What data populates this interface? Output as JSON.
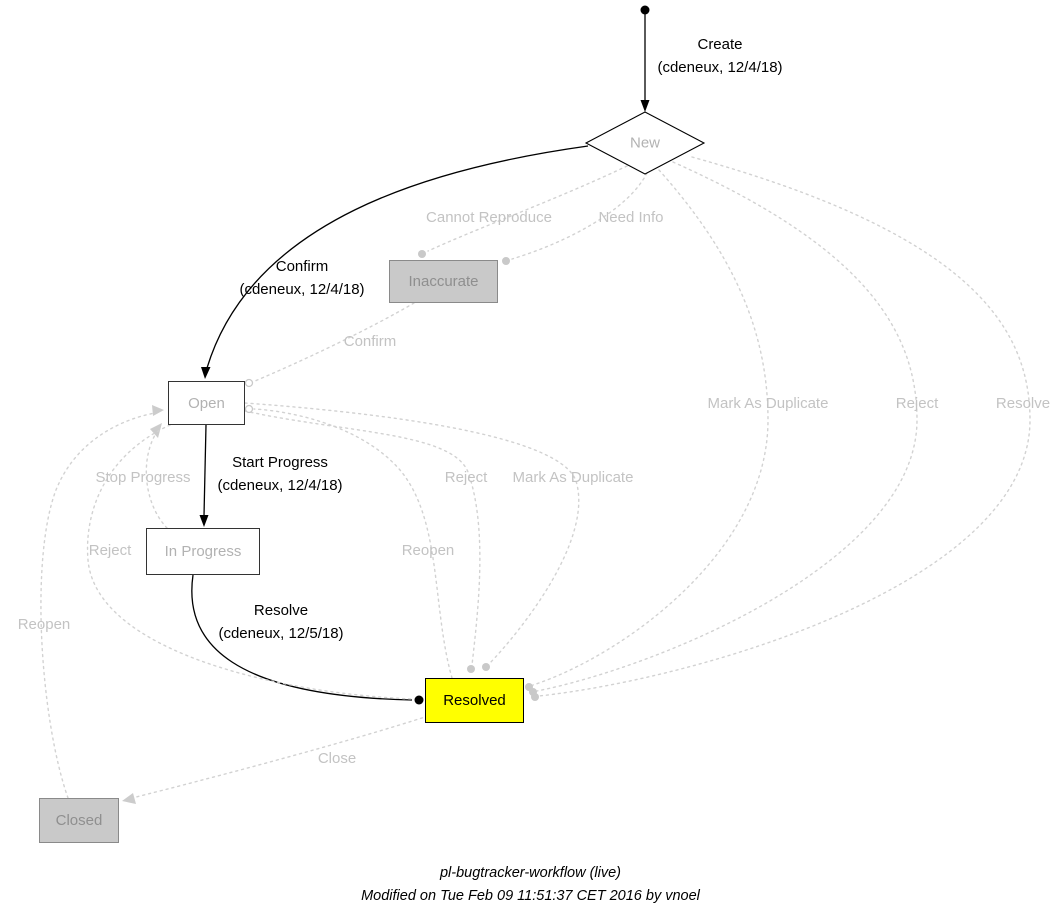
{
  "nodes": {
    "new": {
      "label": "New"
    },
    "inaccurate": {
      "label": "Inaccurate"
    },
    "open": {
      "label": "Open"
    },
    "in_progress": {
      "label": "In Progress"
    },
    "resolved": {
      "label": "Resolved"
    },
    "closed": {
      "label": "Closed"
    }
  },
  "edges": {
    "create": {
      "label": "Create",
      "detail": "(cdeneux, 12/4/18)"
    },
    "confirm_new": {
      "label": "Confirm",
      "detail": "(cdeneux, 12/4/18)"
    },
    "start_progress": {
      "label": "Start Progress",
      "detail": "(cdeneux, 12/4/18)"
    },
    "resolve_in_progress": {
      "label": "Resolve",
      "detail": "(cdeneux, 12/5/18)"
    },
    "cannot_reproduce": {
      "label": "Cannot Reproduce"
    },
    "need_info": {
      "label": "Need Info"
    },
    "confirm_inaccurate": {
      "label": "Confirm"
    },
    "mark_as_duplicate_new": {
      "label": "Mark As Duplicate"
    },
    "reject_new": {
      "label": "Reject"
    },
    "resolve_new": {
      "label": "Resolve"
    },
    "stop_progress": {
      "label": "Stop Progress"
    },
    "reject_open": {
      "label": "Reject"
    },
    "mark_as_duplicate_open": {
      "label": "Mark As Duplicate"
    },
    "reject_in_progress": {
      "label": "Reject"
    },
    "reopen_resolved": {
      "label": "Reopen"
    },
    "reopen_closed": {
      "label": "Reopen"
    },
    "close": {
      "label": "Close"
    }
  },
  "footer": {
    "line1": "pl-bugtracker-workflow (live)",
    "line2": "Modified on Tue Feb 09 11:51:37 CET 2016 by vnoel"
  },
  "colors": {
    "active_node_fill": "#ffff00",
    "disabled_node_fill": "#c9c9c9",
    "dotted_edge": "#d2d2d2",
    "muted_label_text": "#c3c3c3",
    "solid_edge": "#000000"
  }
}
